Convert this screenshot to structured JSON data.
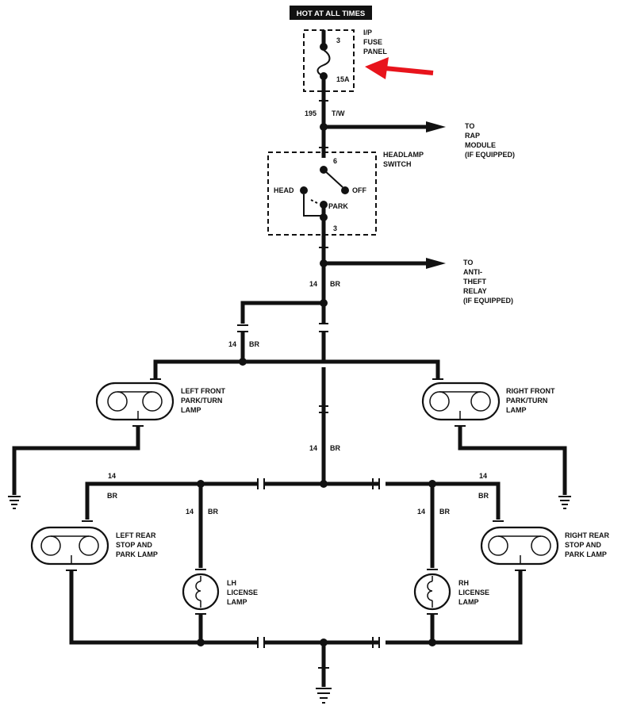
{
  "header": {
    "hot_label": "HOT AT ALL TIMES"
  },
  "fuse": {
    "label_lines": [
      "I/P",
      "FUSE",
      "PANEL"
    ],
    "pin": "3",
    "rating": "15A"
  },
  "feed_wire": {
    "gauge": "195",
    "color": "T/W"
  },
  "rap": {
    "lines": [
      "TO",
      "RAP",
      "MODULE",
      "(IF EQUIPPED)"
    ]
  },
  "switch": {
    "label_lines": [
      "HEADLAMP",
      "SWITCH"
    ],
    "pin_top": "6",
    "pin_bottom": "3",
    "pos_head": "HEAD",
    "pos_off": "OFF",
    "pos_park": "PARK"
  },
  "antitheft": {
    "lines": [
      "TO",
      "ANTI-",
      "THEFT",
      "RELAY",
      "(IF EQUIPPED)"
    ]
  },
  "wire_labels": {
    "gauge": "14",
    "color": "BR"
  },
  "lamps": {
    "left_front": [
      "LEFT FRONT",
      "PARK/TURN",
      "LAMP"
    ],
    "right_front": [
      "RIGHT FRONT",
      "PARK/TURN",
      "LAMP"
    ],
    "left_rear": [
      "LEFT REAR",
      "STOP AND",
      "PARK LAMP"
    ],
    "right_rear": [
      "RIGHT REAR",
      "STOP AND",
      "PARK LAMP"
    ],
    "lh_license": [
      "LH",
      "LICENSE",
      "LAMP"
    ],
    "rh_license": [
      "RH",
      "LICENSE",
      "LAMP"
    ]
  },
  "colors": {
    "wire": "#111111",
    "pointer_arrow": "#e8141c",
    "header_bg": "#111111",
    "header_text": "#ffffff"
  }
}
